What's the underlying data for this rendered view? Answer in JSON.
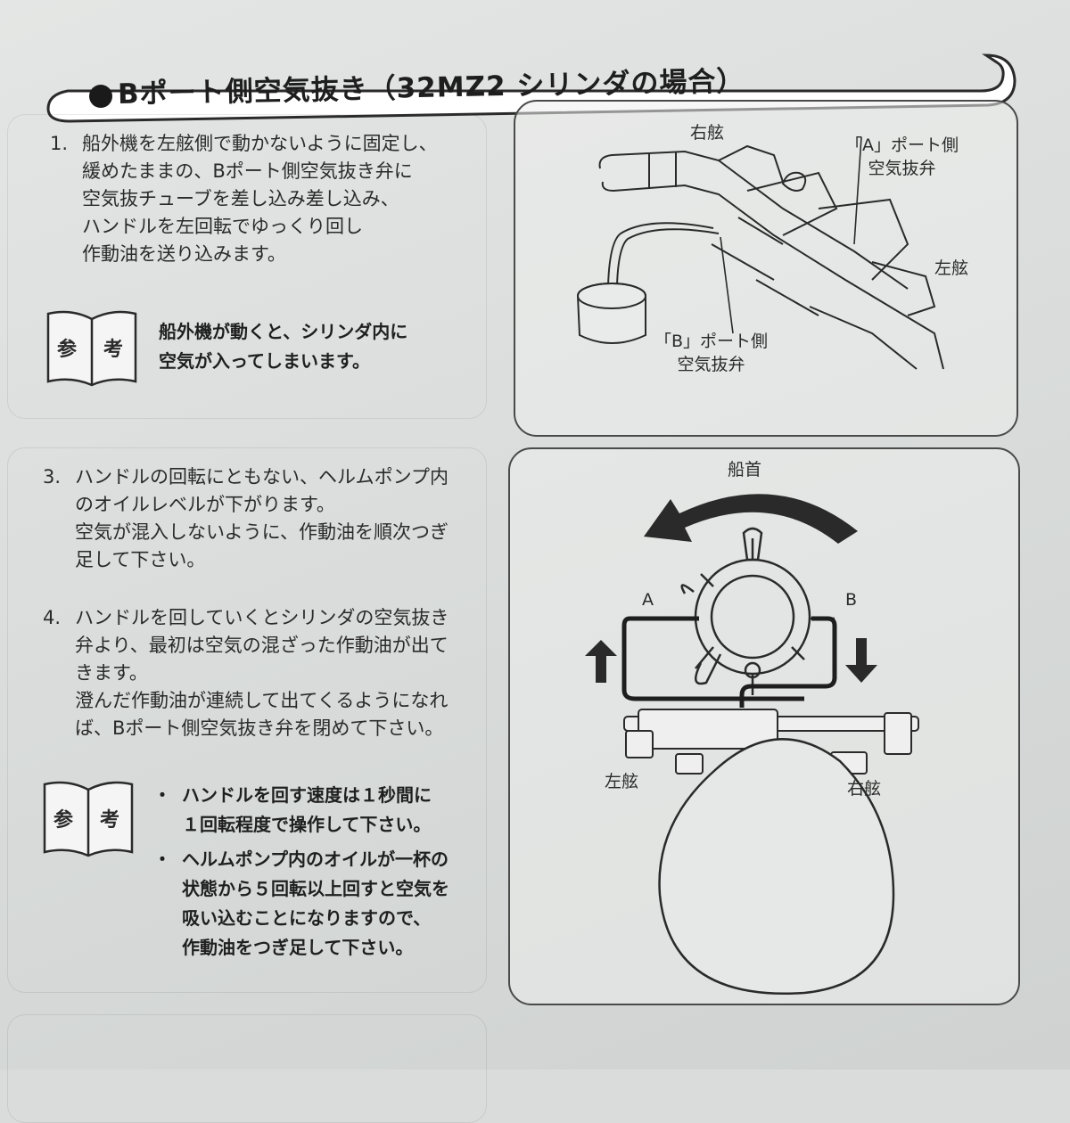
{
  "header": {
    "title": "Bポート側空気抜き（32MZ2 シリンダの場合）"
  },
  "steps": [
    {
      "number": "1.",
      "lines": [
        "船外機を左舷側で動かないように固定し、",
        "緩めたままの、Bポート側空気抜き弁に",
        "空気抜チューブを差し込み差し込み、",
        "ハンドルを左回転でゆっくり回し",
        "作動油を送り込みます。"
      ]
    },
    {
      "number": "3.",
      "lines": [
        "ハンドルの回転にともない、ヘルムポンプ内",
        "のオイルレベルが下がります。",
        "空気が混入しないように、作動油を順次つぎ",
        "足して下さい。"
      ]
    },
    {
      "number": "4.",
      "lines": [
        "ハンドルを回していくとシリンダの空気抜き",
        "弁より、最初は空気の混ざった作動油が出て",
        "きます。",
        "澄んだ作動油が連続して出てくるようになれ",
        "ば、Bポート側空気抜き弁を閉めて下さい。"
      ]
    }
  ],
  "reference_icon": {
    "char_left": "参",
    "char_right": "考"
  },
  "reference_notes": {
    "first": [
      "船外機が動くと、シリンダ内に",
      "空気が入ってしまいます。"
    ],
    "second": [
      {
        "bullet": "・",
        "lines": [
          "ハンドルを回す速度は１秒間に",
          "１回転程度で操作して下さい。"
        ]
      },
      {
        "bullet": "・",
        "lines": [
          "ヘルムポンプ内のオイルが一杯の",
          "状態から５回転以上回すと空気を",
          "吸い込むことになりますので、",
          "作動油をつぎ足して下さい。"
        ]
      }
    ]
  },
  "diagram_top": {
    "starboard": "右舷",
    "port": "左舷",
    "a_valve": [
      "「A」ポート側",
      "空気抜弁"
    ],
    "b_valve": [
      "「B」ポート側",
      "空気抜弁"
    ]
  },
  "diagram_bottom": {
    "bow": "船首",
    "port_a": "A",
    "port_b": "B",
    "port": "左舷",
    "starboard": "右舷"
  }
}
